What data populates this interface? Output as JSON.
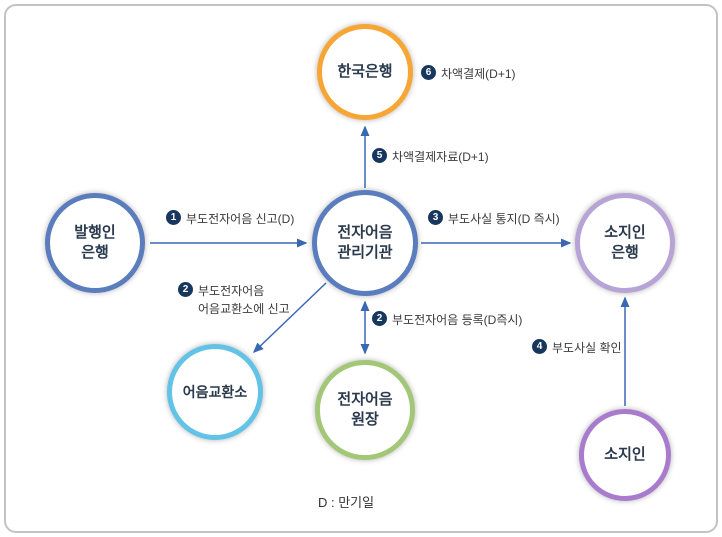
{
  "footnote": "D : 만기일",
  "arrow_color": "#3a67b2",
  "badge_color": "#17375e",
  "nodes": [
    {
      "label": "한국은행",
      "color": "#f7a636"
    },
    {
      "label": "발행인\n은행",
      "color": "#5b7dbe"
    },
    {
      "label": "전자어음\n관리기관",
      "color": "#5b7dbe"
    },
    {
      "label": "소지인\n은행",
      "color": "#b7a3d6"
    },
    {
      "label": "어음교환소",
      "color": "#63c3e6"
    },
    {
      "label": "전자어음\n원장",
      "color": "#a2c877"
    },
    {
      "label": "소지인",
      "color": "#a97bcd"
    }
  ],
  "steps": [
    {
      "num": "1",
      "text": "부도전자어음 신고(D)"
    },
    {
      "num": "2",
      "text": "부도전자어음\n어음교환소에 신고"
    },
    {
      "num": "2",
      "text": "부도전자어음 등록(D즉시)"
    },
    {
      "num": "3",
      "text": "부도사실 통지(D 즉시)"
    },
    {
      "num": "4",
      "text": "부도사실 확인"
    },
    {
      "num": "5",
      "text": "차액결제자료(D+1)"
    },
    {
      "num": "6",
      "text": "차액결제(D+1)"
    }
  ]
}
